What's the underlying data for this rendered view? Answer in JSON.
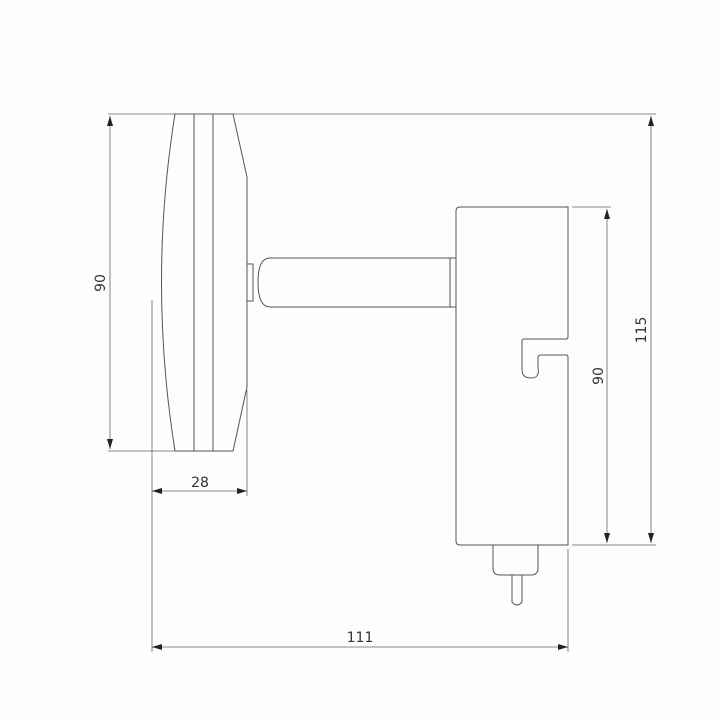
{
  "dimensions": {
    "head_height": "90",
    "head_depth": "28",
    "total_length": "111",
    "base_height": "90",
    "total_height": "115"
  },
  "colors": {
    "line": "#555555",
    "background": "#fdfdfd"
  }
}
